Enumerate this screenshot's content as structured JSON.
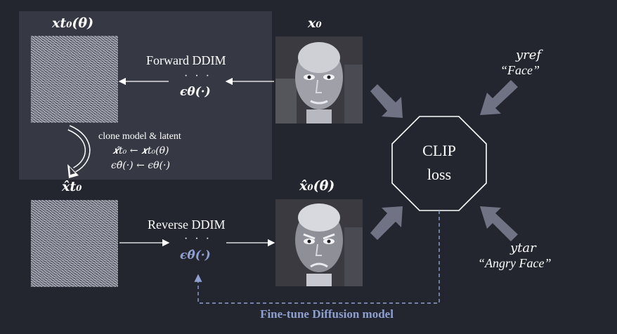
{
  "labels": {
    "x_t0_theta": "𝒙t₀(θ)",
    "x0": "𝒙₀",
    "x_hat_t0": "𝒙̂t₀",
    "x_hat_0": "𝒙̂₀(θ̂)",
    "forward": "Forward DDIM",
    "reverse": "Reverse DDIM",
    "dots": "· · ·",
    "eps_theta": "ϵθ(·)",
    "eps_hat": "ϵθ̂(·)",
    "clone_line1": "clone model & latent",
    "clone_line2": "𝒙̂t₀ ← 𝒙t₀(θ)",
    "clone_line3": "ϵθ̂(·) ← ϵθ(·)",
    "clip_line1": "CLIP",
    "clip_line2": "loss",
    "y_ref": "yref",
    "y_ref_text": "“Face”",
    "y_tar": "ytar",
    "y_tar_text": "“Angry Face”",
    "finetune": "Fine-tune Diffusion model"
  },
  "colors": {
    "background": "#23262f",
    "panel": "#363944",
    "accent_blue": "#8fa0d0",
    "gray_arrow": "#6f7383"
  }
}
